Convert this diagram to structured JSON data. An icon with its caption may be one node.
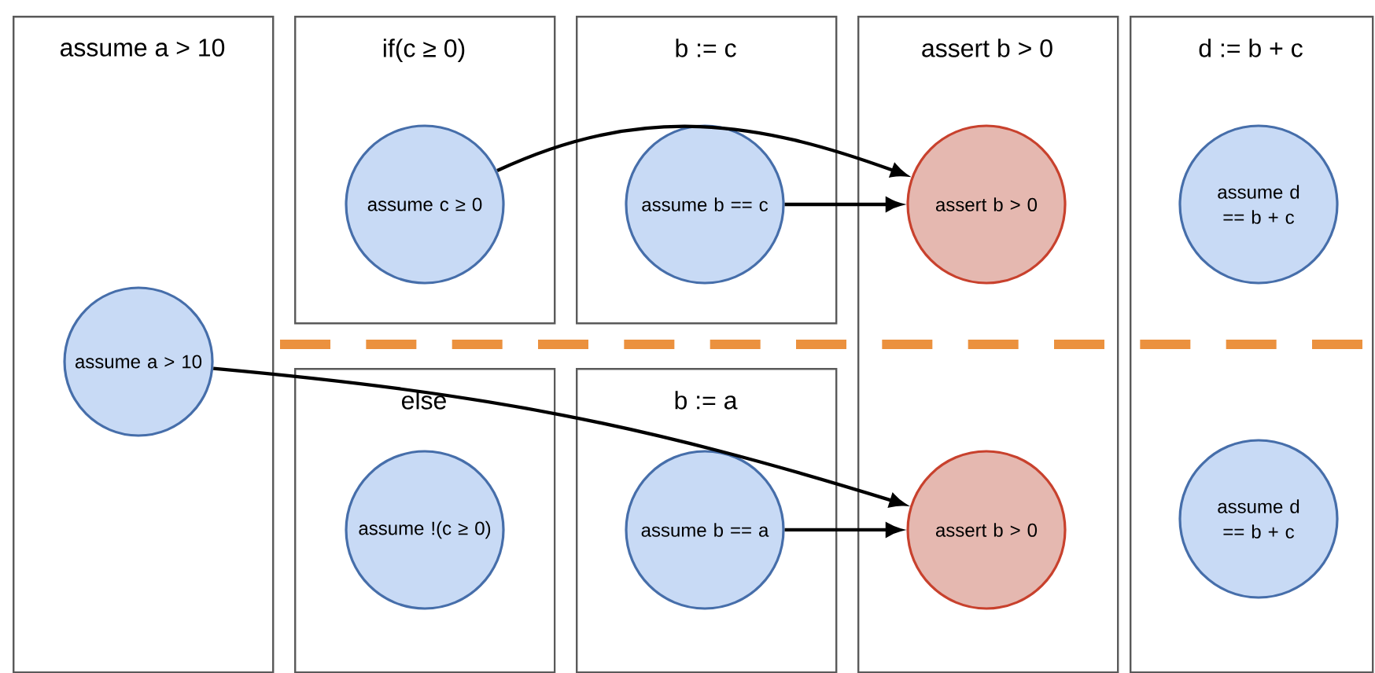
{
  "diagram": {
    "nodes": [
      {
        "text": [
          "assume a > 10"
        ]
      },
      {
        "text": [
          "assume a > 10"
        ],
        "in": 0
      },
      {
        "text": [
          "if(c ≥ 0)"
        ]
      },
      {
        "text": [
          "assume c ≥ 0"
        ],
        "in": 2
      },
      {
        "text": [
          "b := c"
        ]
      },
      {
        "text": [
          "assume b == c"
        ],
        "in": 4
      },
      {
        "text": [
          "assert b > 0"
        ]
      },
      {
        "text": [
          "assert b > 0"
        ],
        "in": 6
      },
      {
        "text": [
          "d := b + c"
        ]
      },
      {
        "text": [
          "assume d == b + c"
        ],
        "in": 8
      },
      {
        "text": [
          "else"
        ]
      },
      {
        "text": [
          "assume !(c ≥ 0)"
        ],
        "in": 10
      },
      {
        "text": [
          "b := a"
        ]
      },
      {
        "text": [
          "assume b == a"
        ],
        "in": 12
      },
      {
        "text": [
          "assert b > 0"
        ],
        "in": 6
      },
      {
        "text": [
          "assume d == b + c"
        ],
        "in": 8
      }
    ],
    "edges": [
      {
        "from": 3,
        "to": 7,
        "arrow": "to"
      },
      {
        "from": 5,
        "to": 7,
        "arrow": "to"
      },
      {
        "from": 1,
        "to": 14,
        "arrow": "to"
      },
      {
        "from": 13,
        "to": 14,
        "arrow": "to"
      }
    ]
  }
}
